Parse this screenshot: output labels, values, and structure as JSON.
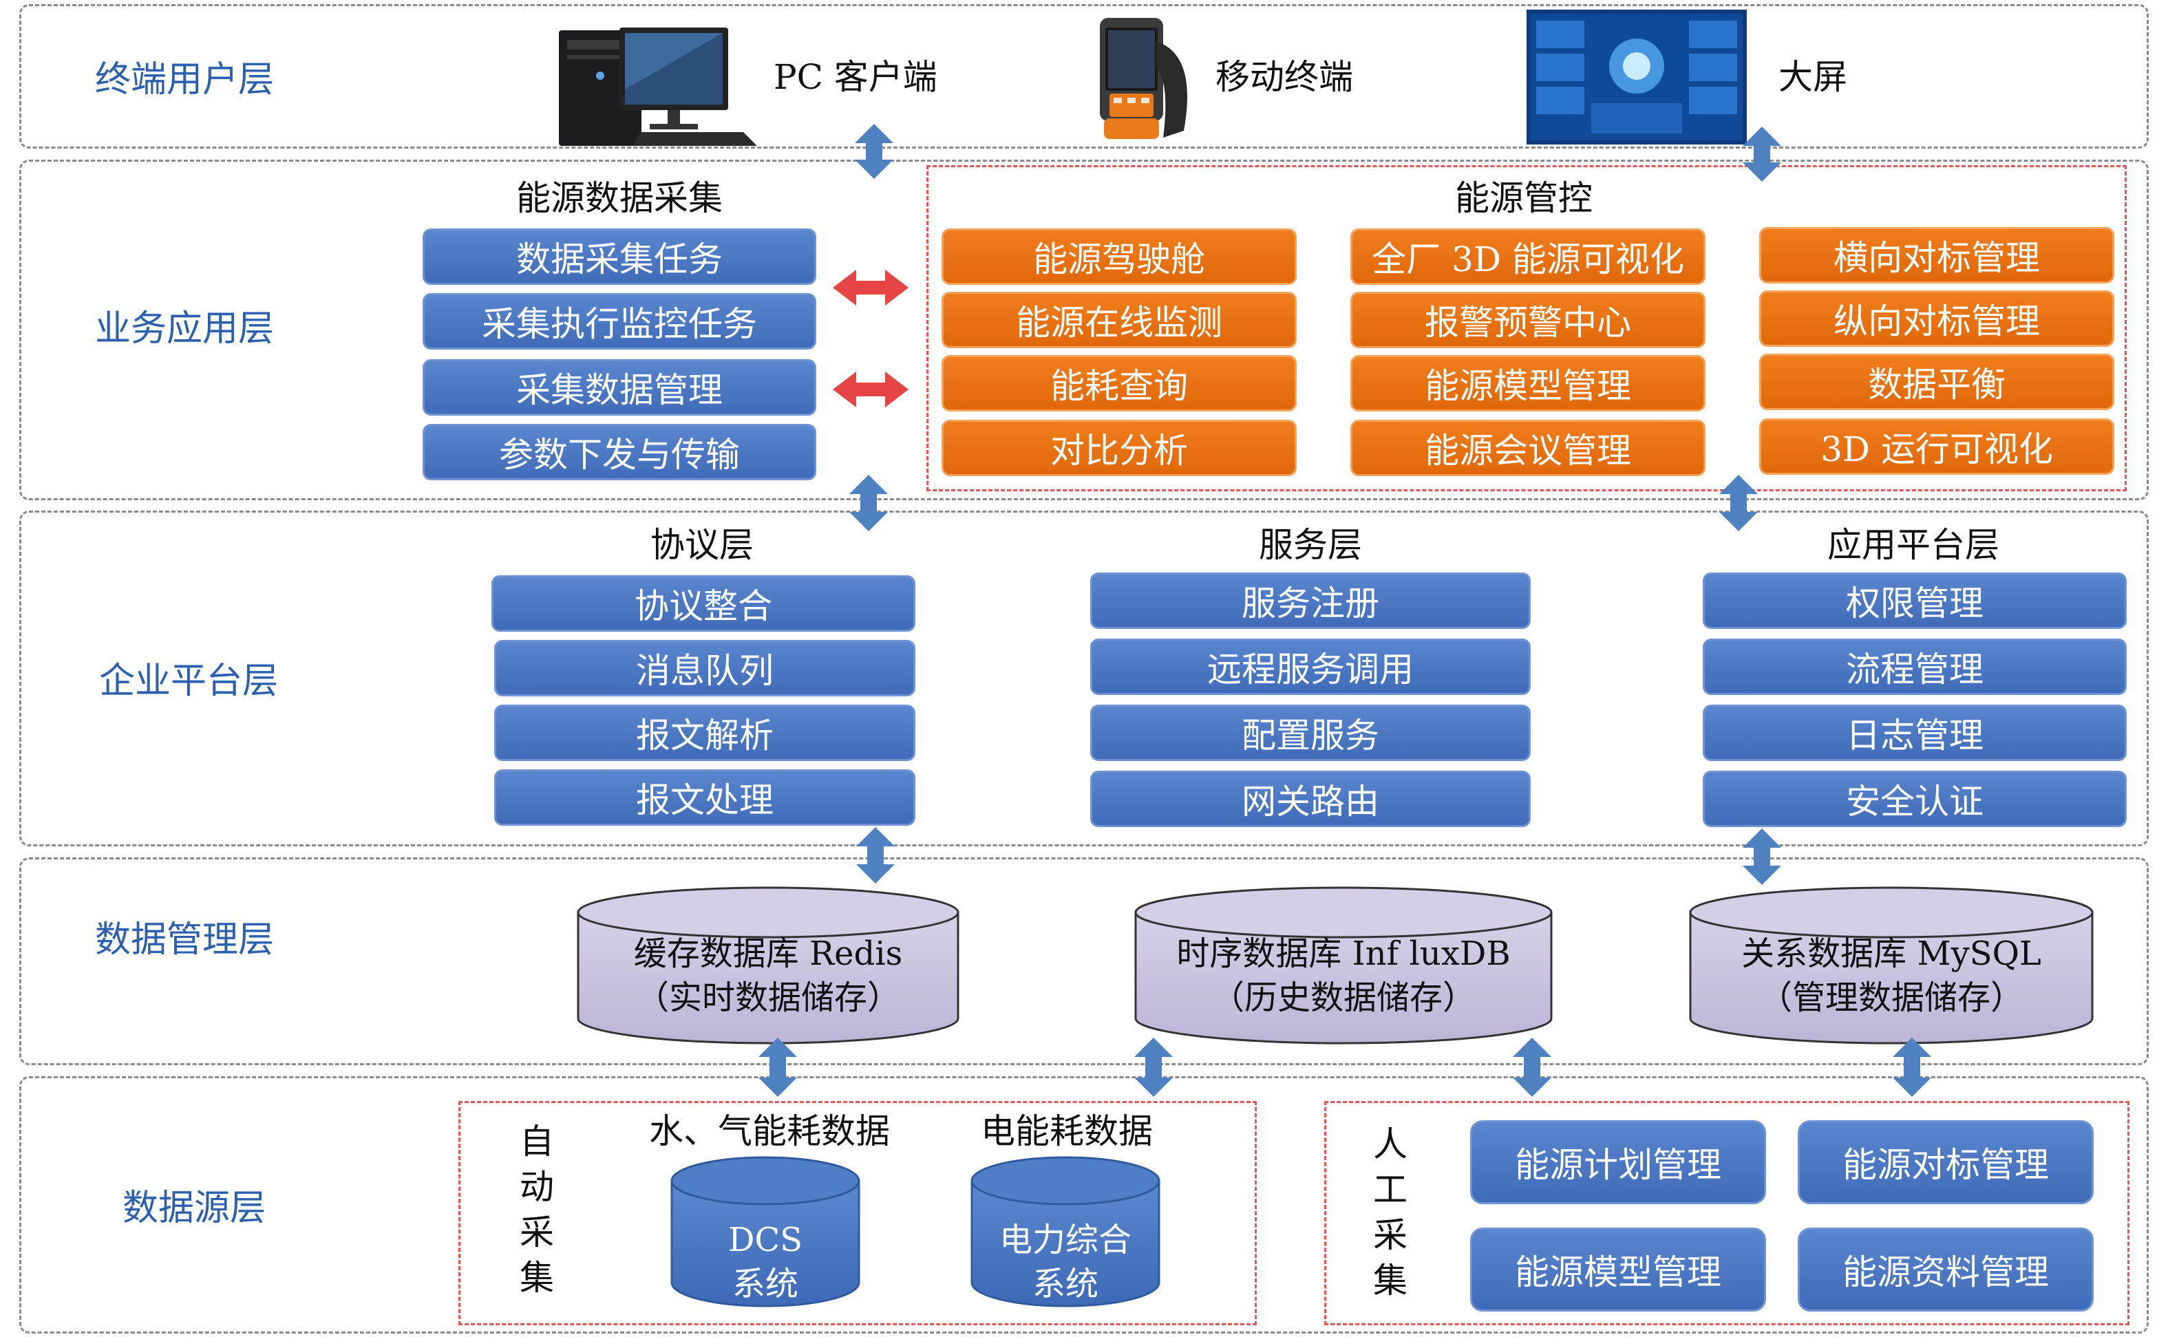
{
  "layers": {
    "terminal": "终端用户层",
    "business": "业务应用层",
    "platform": "企业平台层",
    "data_mgmt": "数据管理层",
    "data_source": "数据源层"
  },
  "devices": {
    "pc": "PC 客户端",
    "mobile": "移动终端",
    "screen": "大屏"
  },
  "collection": {
    "title": "能源数据采集",
    "items": [
      "数据采集任务",
      "采集执行监控任务",
      "采集数据管理",
      "参数下发与传输"
    ]
  },
  "control": {
    "title": "能源管控",
    "col1": [
      "能源驾驶舱",
      "能源在线监测",
      "能耗查询",
      "对比分析"
    ],
    "col2": [
      "全厂 3D 能源可视化",
      "报警预警中心",
      "能源模型管理",
      "能源会议管理"
    ],
    "col3": [
      "横向对标管理",
      "纵向对标管理",
      "数据平衡",
      "3D 运行可视化"
    ]
  },
  "protocol": {
    "title": "协议层",
    "items": [
      "协议整合",
      "消息队列",
      "报文解析",
      "报文处理"
    ]
  },
  "service": {
    "title": "服务层",
    "items": [
      "服务注册",
      "远程服务调用",
      "配置服务",
      "网关路由"
    ]
  },
  "app_platform": {
    "title": "应用平台层",
    "items": [
      "权限管理",
      "流程管理",
      "日志管理",
      "安全认证"
    ]
  },
  "databases": {
    "redis": {
      "line1": "缓存数据库 Redis",
      "line2": "（实时数据储存）"
    },
    "influx": {
      "line1": "时序数据库 Inf luxDB",
      "line2": "（历史数据储存）"
    },
    "mysql": {
      "line1": "关系数据库 MySQL",
      "line2": "（管理数据储存）"
    }
  },
  "auto_collect": {
    "label": "自动采集",
    "water_gas": "水、气能耗数据",
    "electric": "电能耗数据",
    "dcs": {
      "line1": "DCS",
      "line2": "系统"
    },
    "power": {
      "line1": "电力综合",
      "line2": "系统"
    }
  },
  "manual_collect": {
    "label": "人工采集",
    "items": [
      "能源计划管理",
      "能源对标管理",
      "能源模型管理",
      "能源资料管理"
    ]
  },
  "colors": {
    "blue_box": "#4472c4",
    "orange_box": "#e8700f",
    "arrow_blue": "#4f80c0",
    "arrow_red": "#e64545",
    "cylinder_purple": "#c9c3dd",
    "layer_label": "#2c5fad"
  }
}
